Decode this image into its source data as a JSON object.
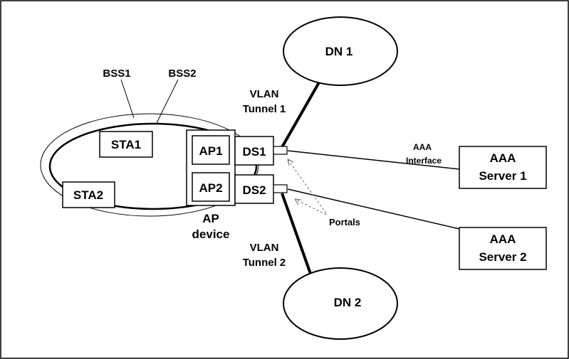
{
  "labels": {
    "dn1": "DN 1",
    "dn2": "DN 2",
    "bss1": "BSS1",
    "bss2": "BSS2",
    "vlan1_line1": "VLAN",
    "vlan1_line2": "Tunnel 1",
    "vlan2_line1": "VLAN",
    "vlan2_line2": "Tunnel 2",
    "sta1": "STA1",
    "sta2": "STA2",
    "ap1": "AP1",
    "ap2": "AP2",
    "ds1": "DS1",
    "ds2": "DS2",
    "ap_device_line1": "AP",
    "ap_device_line2": "device",
    "aaa_iface_line1": "AAA",
    "aaa_iface_line2": "Interface",
    "aaa1_line1": "AAA",
    "aaa1_line2": "Server 1",
    "aaa2_line1": "AAA",
    "aaa2_line2": "Server 2",
    "portals": "Portals"
  },
  "colors": {
    "stroke": "#000000",
    "fill": "#ffffff",
    "dash": "#666666"
  }
}
